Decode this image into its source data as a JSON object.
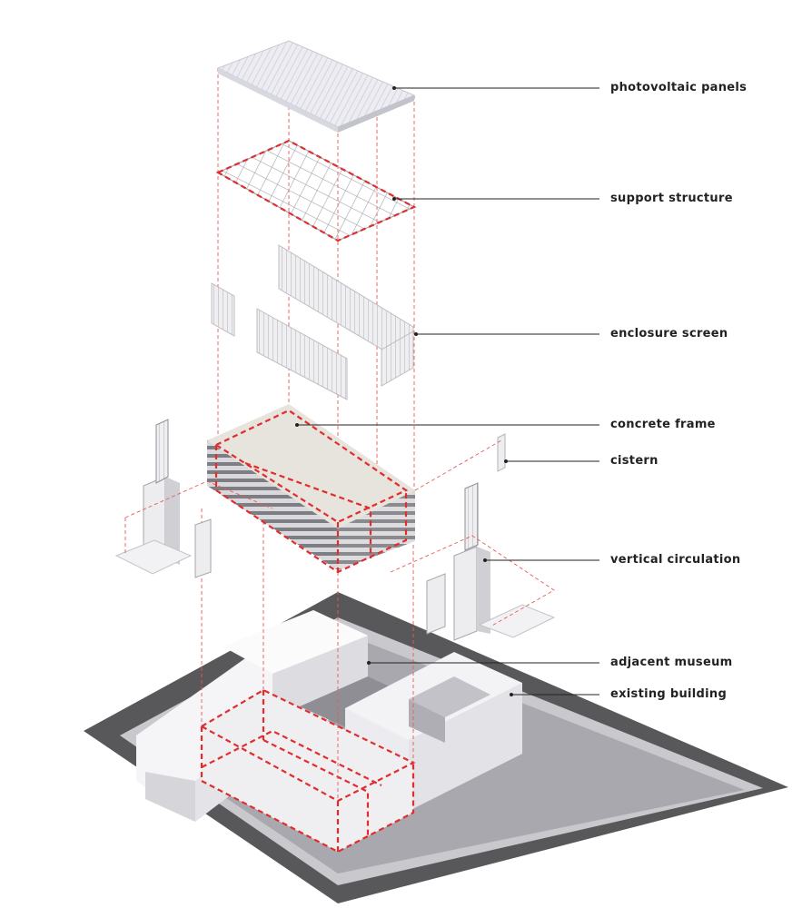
{
  "labels": {
    "photovoltaic_panels": "photovoltaic panels",
    "support_structure": "support structure",
    "enclosure_screen": "enclosure screen",
    "concrete_frame": "concrete frame",
    "cistern": "cistern",
    "vertical_circulation": "vertical circulation",
    "adjacent_museum": "adjacent museum",
    "existing_building": "existing building"
  },
  "colors": {
    "accent_dashed": "#e12d2d",
    "leader_line": "#222222",
    "site_dark": "#5c5c5e",
    "building_white": "#f4f4f6"
  }
}
